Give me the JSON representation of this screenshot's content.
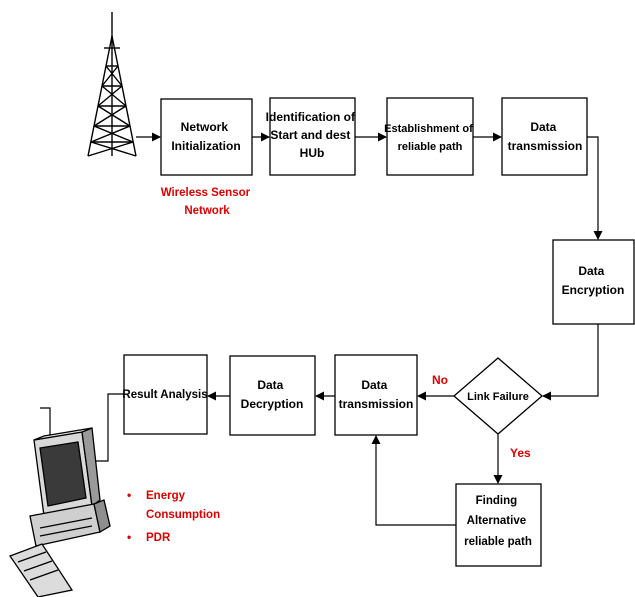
{
  "colors": {
    "box_border": "#000000",
    "arrow": "#000000",
    "highlight_text": "#e00000",
    "background": "#ffffff"
  },
  "icons": {
    "tower": "transmission-tower-icon",
    "computer": "desktop-computer-icon"
  },
  "nodes": {
    "network_init": [
      "Network",
      "Initialization"
    ],
    "identification": [
      "Identification of",
      "Start and dest",
      "HUb"
    ],
    "establishment": [
      "Establishment of",
      "reliable path"
    ],
    "data_transmission_top": [
      "Data",
      "transmission"
    ],
    "data_encryption": [
      "Data",
      "Encryption"
    ],
    "link_failure": [
      "Link Failure"
    ],
    "data_transmission_bottom": [
      "Data",
      "transmission"
    ],
    "data_decryption": [
      "Data",
      "Decryption"
    ],
    "result_analysis": [
      "Result Analysis"
    ],
    "finding_alternative": [
      "Finding",
      "Alternative",
      "reliable path"
    ]
  },
  "labels": {
    "wireless_sensor_network": [
      "Wireless Sensor",
      "Network"
    ],
    "no": "No",
    "yes": "Yes"
  },
  "metrics": {
    "bullet": "•",
    "items": [
      [
        "Energy",
        "Consumption"
      ],
      [
        "PDR"
      ]
    ]
  }
}
